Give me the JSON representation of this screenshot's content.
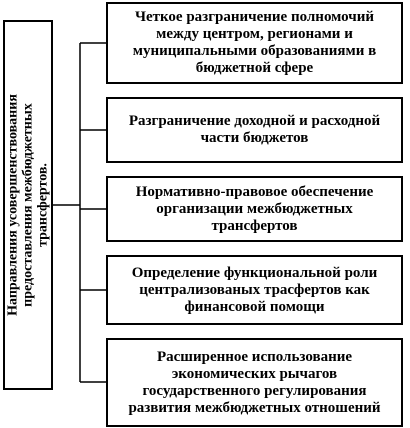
{
  "root": {
    "lines": [
      "Направления усовершенствования",
      "предоставления межбюджетных",
      "трансфертов."
    ]
  },
  "items": [
    {
      "text": "Четкое разграничение полномочий между центром, регионами и муниципальными образованиями в бюджетной сфере"
    },
    {
      "text": "Разграничение доходной и расходной части бюджетов"
    },
    {
      "text": "Нормативно-правовое обеспечение организации межбюджетных трансфертов"
    },
    {
      "text": "Определение функциональной роли централизованых трасфертов как финансовой помощи"
    },
    {
      "text": "Расширенное использование экономических рычагов государственного регулирования развития межбюджетных отношений"
    }
  ]
}
